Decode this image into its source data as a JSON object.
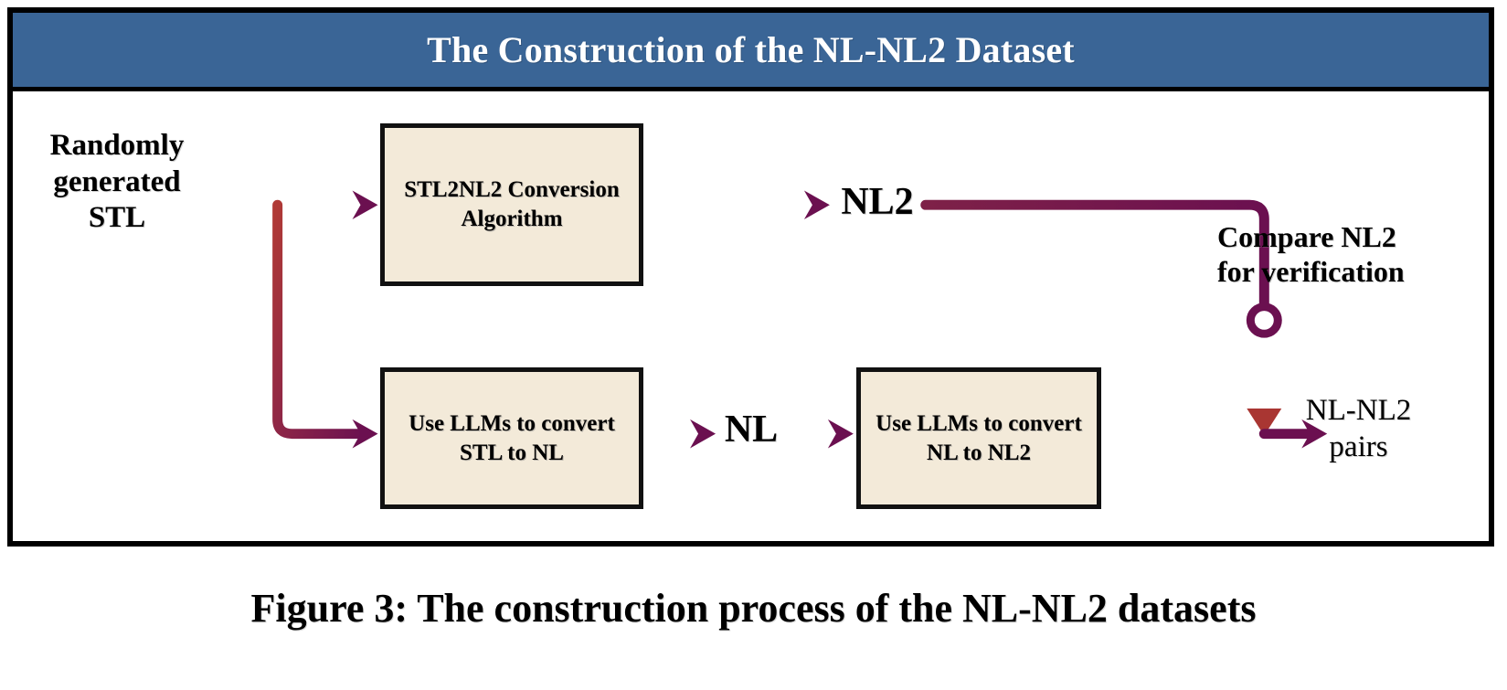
{
  "figure": {
    "title": "The Construction of the NL-NL2 Dataset",
    "caption": "Figure 3: The construction process of the NL-NL2 datasets",
    "colors": {
      "title_band": "#3A6596",
      "title_text": "#FFFFFF",
      "box_fill": "#F3EAD9",
      "box_border": "#111111",
      "frame_border": "#000000",
      "arrow_start": "#B03A36",
      "arrow_end": "#6B1050"
    }
  },
  "nodes": {
    "input": {
      "label": "Randomly generated STL"
    },
    "box_stl2nl2": {
      "label": "STL2NL2 Conversion Algorithm"
    },
    "box_stl_to_nl": {
      "label": "Use LLMs to convert STL to NL"
    },
    "box_nl_to_nl2": {
      "label": "Use LLMs to convert NL to NL2"
    },
    "intermediate_nl2": {
      "label": "NL2"
    },
    "intermediate_nl": {
      "label": "NL"
    },
    "compare": {
      "label": "Compare NL2 for verification"
    },
    "output": {
      "label": "NL-NL2 pairs"
    }
  },
  "edges": [
    {
      "from": "input",
      "to": "box_stl2nl2",
      "style": "arrow"
    },
    {
      "from": "input",
      "to": "box_stl_to_nl",
      "style": "arrow"
    },
    {
      "from": "box_stl2nl2",
      "to": "intermediate_nl2",
      "style": "arrow"
    },
    {
      "from": "intermediate_nl2",
      "to": "compare_junction",
      "style": "line"
    },
    {
      "from": "box_stl_to_nl",
      "to": "intermediate_nl",
      "style": "arrow"
    },
    {
      "from": "intermediate_nl",
      "to": "box_nl_to_nl2",
      "style": "arrow"
    },
    {
      "from": "box_nl_to_nl2",
      "to": "output",
      "style": "arrow"
    },
    {
      "from": "compare_junction",
      "to": "output_merge",
      "style": "arrow"
    }
  ]
}
